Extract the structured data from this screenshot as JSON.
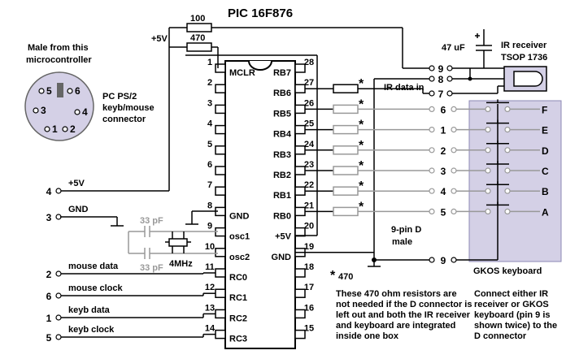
{
  "chip": {
    "title": "PIC 16F876",
    "left_pins": [
      {
        "num": "1",
        "label": "MCLR"
      },
      {
        "num": "2",
        "label": ""
      },
      {
        "num": "3",
        "label": ""
      },
      {
        "num": "4",
        "label": ""
      },
      {
        "num": "5",
        "label": ""
      },
      {
        "num": "6",
        "label": ""
      },
      {
        "num": "7",
        "label": ""
      },
      {
        "num": "8",
        "label": "GND"
      },
      {
        "num": "9",
        "label": "osc1"
      },
      {
        "num": "10",
        "label": "osc2"
      },
      {
        "num": "11",
        "label": "RC0"
      },
      {
        "num": "12",
        "label": "RC1"
      },
      {
        "num": "13",
        "label": "RC2"
      },
      {
        "num": "14",
        "label": "RC3"
      }
    ],
    "right_pins": [
      {
        "num": "28",
        "label": "RB7"
      },
      {
        "num": "27",
        "label": "RB6"
      },
      {
        "num": "26",
        "label": "RB5"
      },
      {
        "num": "25",
        "label": "RB4"
      },
      {
        "num": "24",
        "label": "RB3"
      },
      {
        "num": "23",
        "label": "RB2"
      },
      {
        "num": "22",
        "label": "RB1"
      },
      {
        "num": "21",
        "label": "RB0"
      },
      {
        "num": "20",
        "label": "+5V"
      },
      {
        "num": "19",
        "label": "GND"
      },
      {
        "num": "18",
        "label": ""
      },
      {
        "num": "17",
        "label": ""
      },
      {
        "num": "16",
        "label": ""
      },
      {
        "num": "15",
        "label": ""
      }
    ]
  },
  "top_resistors": {
    "r1": "100",
    "r2": "470"
  },
  "plus5v_label": "+5V",
  "ps2": {
    "caption_line1": "Male from this",
    "caption_line2": "microcontroller",
    "label_line1": "PC PS/2",
    "label_line2": "keyb/mouse",
    "label_line3": "connector",
    "pins": [
      "5",
      "6",
      "3",
      "4",
      "1",
      "2"
    ]
  },
  "left_connections": [
    {
      "num": "4",
      "label": "+5V"
    },
    {
      "num": "3",
      "label": "GND"
    },
    {
      "num": "2",
      "label": "mouse data"
    },
    {
      "num": "6",
      "label": "mouse clock"
    },
    {
      "num": "1",
      "label": "keyb data"
    },
    {
      "num": "5",
      "label": "keyb clock"
    }
  ],
  "crystal": {
    "cap1": "33 pF",
    "cap2": "33 pF",
    "freq": "4MHz"
  },
  "cap_value": "47 uF",
  "ir": {
    "title_line1": "IR receiver",
    "title_line2": "TSOP 1736",
    "data_label": "IR data in"
  },
  "dsub": {
    "label_line1": "9-pin D",
    "label_line2": "male",
    "top_pins": [
      "9",
      "8",
      "7"
    ],
    "pins": [
      "6",
      "1",
      "2",
      "3",
      "4",
      "5"
    ],
    "bottom_pin": "9"
  },
  "gkos": {
    "keys": [
      "F",
      "E",
      "D",
      "C",
      "B",
      "A"
    ],
    "label": "GKOS keyboard"
  },
  "resistor_mark": "*",
  "star_note": {
    "mark": "*",
    "value": "470"
  },
  "note_resistors": "These 470 ohm resistors are not needed if the D connector is left out and both the IR receiver and keyboard are integrated inside one box",
  "note_connect": "Connect either IR receiver or GKOS keyboard (pin 9 is shown twice)  to the D connector"
}
